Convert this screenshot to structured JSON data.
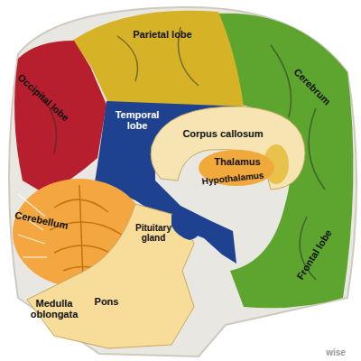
{
  "diagram": {
    "labels": [
      "Parietal lobe",
      "Occipital lobe",
      "Cerebrum",
      "Temporal lobe",
      "Corpus callosum",
      "Thalamus",
      "Hypothalamus",
      "Cerebellum",
      "Pituitary gland",
      "Frontal lobe",
      "Pons",
      "Medulla oblongata",
      "wise"
    ]
  }
}
